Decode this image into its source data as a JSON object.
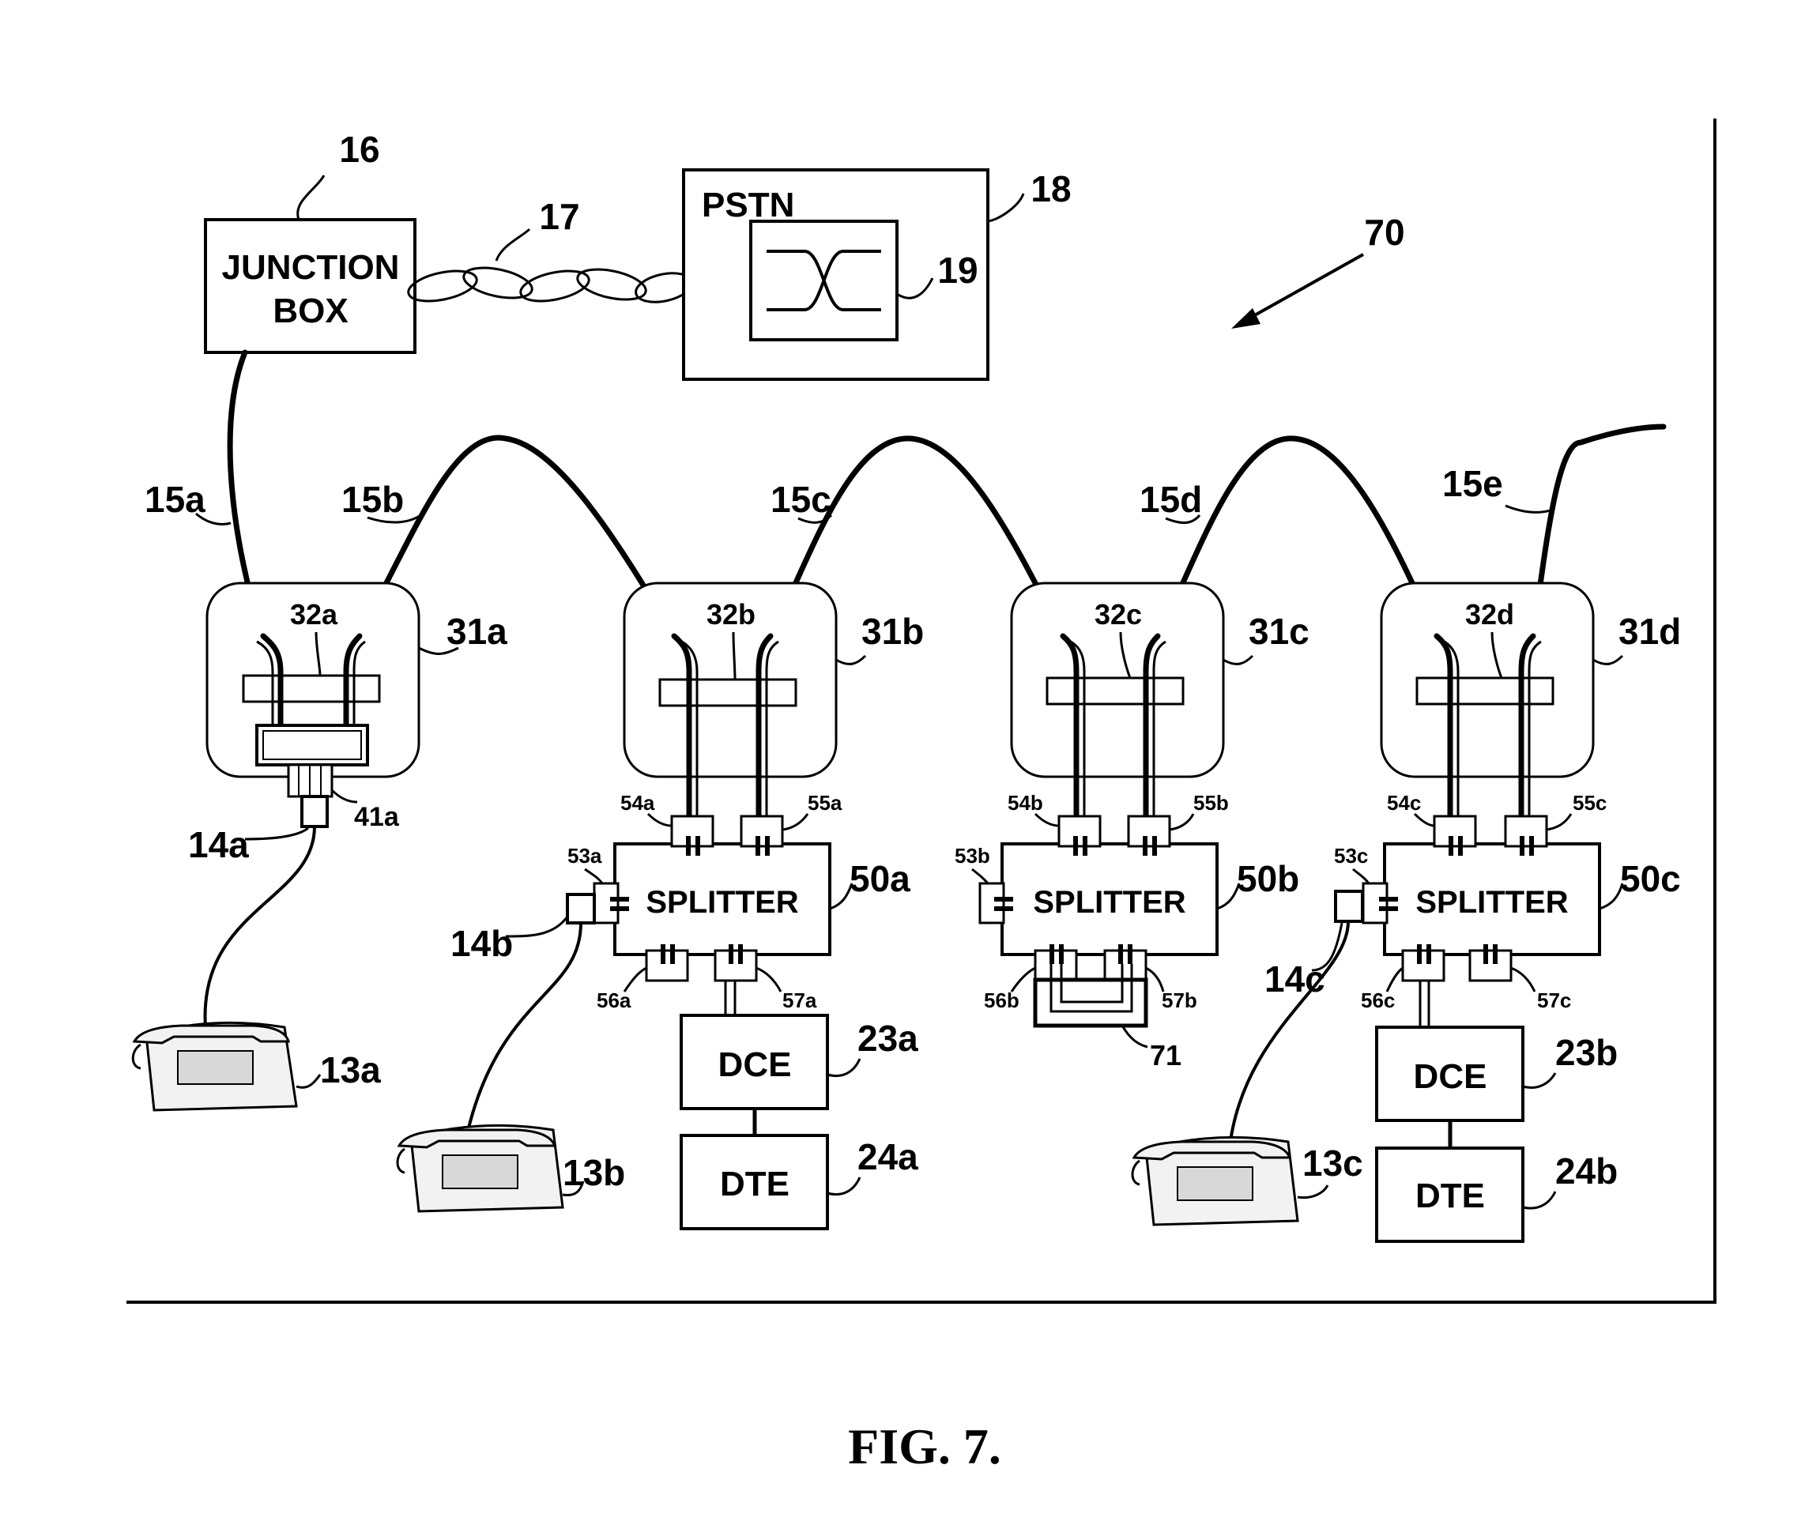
{
  "figure": {
    "caption": "FIG. 7.",
    "system_ref": "70",
    "junction_box": {
      "line1": "JUNCTION",
      "line2": "BOX",
      "ref": "16"
    },
    "twisted_pair_ref": "17",
    "pstn": {
      "label": "PSTN",
      "ref": "18",
      "switch_ref": "19"
    },
    "wire_refs": [
      "15a",
      "15b",
      "15c",
      "15d",
      "15e"
    ],
    "outlets": [
      {
        "ref": "31a",
        "plate_ref": "32a"
      },
      {
        "ref": "31b",
        "plate_ref": "32b"
      },
      {
        "ref": "31c",
        "plate_ref": "32c"
      },
      {
        "ref": "31d",
        "plate_ref": "32d"
      }
    ],
    "connector_41a": "41a",
    "jack_refs": [
      "14a",
      "14b",
      "14c"
    ],
    "phone_refs": [
      "13a",
      "13b",
      "13c"
    ],
    "splitters": [
      {
        "label": "SPLITTER",
        "ref": "50a",
        "p53": "53a",
        "p54": "54a",
        "p55": "55a",
        "p56": "56a",
        "p57": "57a"
      },
      {
        "label": "SPLITTER",
        "ref": "50b",
        "p53": "53b",
        "p54": "54b",
        "p55": "55b",
        "p56": "56b",
        "p57": "57b"
      },
      {
        "label": "SPLITTER",
        "ref": "50c",
        "p53": "53c",
        "p54": "54c",
        "p55": "55c",
        "p56": "56c",
        "p57": "57c"
      }
    ],
    "bridge_ref": "71",
    "dce": [
      {
        "label": "DCE",
        "ref": "23a"
      },
      {
        "label": "DCE",
        "ref": "23b"
      }
    ],
    "dte": [
      {
        "label": "DTE",
        "ref": "24a"
      },
      {
        "label": "DTE",
        "ref": "24b"
      }
    ]
  }
}
